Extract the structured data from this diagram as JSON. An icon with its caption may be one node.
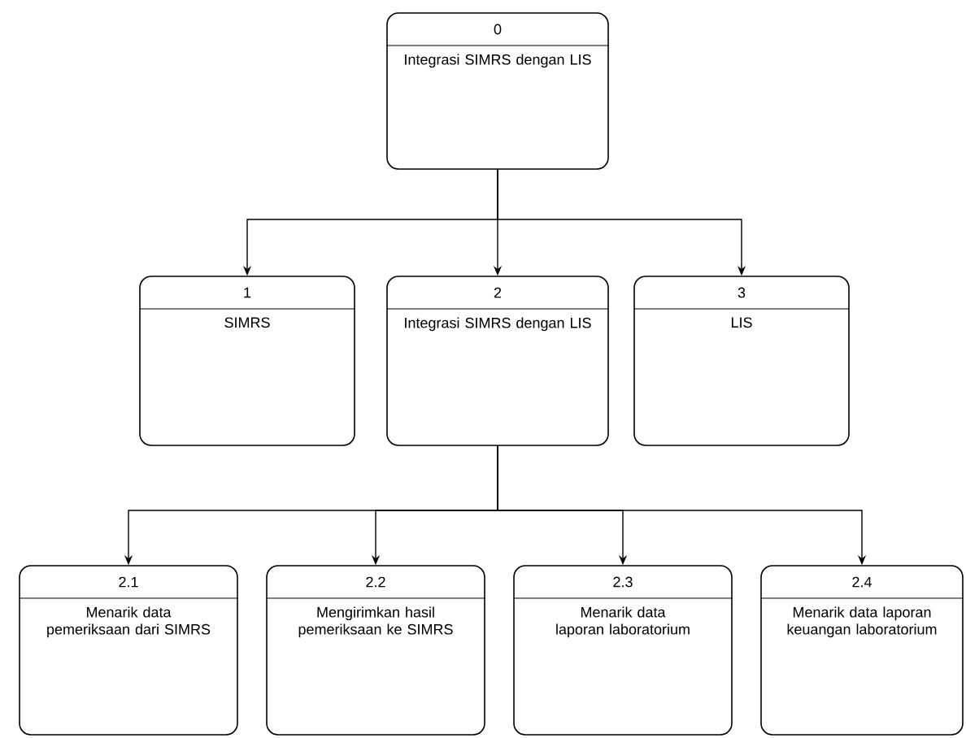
{
  "diagram": {
    "nodes": [
      {
        "text": [
          "0",
          "Integrasi SIMRS dengan LIS"
        ]
      },
      {
        "text": [
          "1",
          "SIMRS"
        ]
      },
      {
        "text": [
          "2",
          "Integrasi SIMRS dengan LIS"
        ]
      },
      {
        "text": [
          "3",
          "LIS"
        ]
      },
      {
        "text": [
          "2.1",
          "Menarik data pemeriksaan dari SIMRS"
        ]
      },
      {
        "text": [
          "2.2",
          "Mengirimkan hasil pemeriksaan ke SIMRS"
        ]
      },
      {
        "text": [
          "2.3",
          "Menarik data laporan laboratorium"
        ]
      },
      {
        "text": [
          "2.4",
          "Menarik data laporan keuangan laboratorium"
        ]
      }
    ],
    "edges": [
      {
        "from": 0,
        "to": 1,
        "arrow": "to"
      },
      {
        "from": 0,
        "to": 2,
        "arrow": "to"
      },
      {
        "from": 0,
        "to": 3,
        "arrow": "to"
      },
      {
        "from": 2,
        "to": 4,
        "arrow": "to"
      },
      {
        "from": 2,
        "to": 5,
        "arrow": "to"
      },
      {
        "from": 2,
        "to": 6,
        "arrow": "to"
      },
      {
        "from": 2,
        "to": 7,
        "arrow": "to"
      }
    ]
  }
}
